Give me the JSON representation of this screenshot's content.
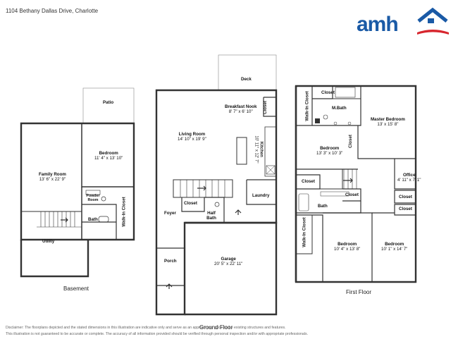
{
  "header": {
    "address": "1104 Bethany Dallas Drive, Charlotte"
  },
  "logo": {
    "text": "amh",
    "colors": {
      "blue": "#1a5aa6",
      "red": "#d7262e"
    }
  },
  "floors": {
    "basement": "Basement",
    "ground": "Ground Floor",
    "first": "First Floor"
  },
  "rooms": {
    "patio": {
      "name": "Patio"
    },
    "bedroom_basement": {
      "name": "Bedroom",
      "dims": "11' 4\" x 13' 10\""
    },
    "family_room": {
      "name": "Family Room",
      "dims": "13' 6\" x 22' 9\""
    },
    "powder_room": {
      "name": "Powder Room"
    },
    "bath_basement": {
      "name": "Bath"
    },
    "walkin_basement": {
      "name": "Walk-In Closet"
    },
    "utility": {
      "name": "Utility"
    },
    "deck": {
      "name": "Deck"
    },
    "breakfast_nook": {
      "name": "Breakfast Nook",
      "dims": "8' 7\" x 6' 10\""
    },
    "closet_ground_top": {
      "name": "Closet"
    },
    "living_room": {
      "name": "Living Room",
      "dims": "14' 10\" x 19' 9\""
    },
    "kitchen": {
      "name": "Kitchen",
      "dims": "10' 11\" x 12' 7\""
    },
    "laundry": {
      "name": "Laundry"
    },
    "closet_ground": {
      "name": "Closet"
    },
    "half_bath": {
      "name": "Half Bath"
    },
    "foyer": {
      "name": "Foyer"
    },
    "porch": {
      "name": "Porch"
    },
    "garage": {
      "name": "Garage",
      "dims": "20' 5\" x 22' 11\""
    },
    "walkin_master": {
      "name": "Walk-In Closet"
    },
    "closet_mbath": {
      "name": "Closet"
    },
    "mbath": {
      "name": "M.Bath"
    },
    "master_bedroom": {
      "name": "Master Bedroom",
      "dims": "13' x 15' 8\""
    },
    "bedroom_first": {
      "name": "Bedroom",
      "dims": "13' 3\" x 10' 3\""
    },
    "closet_master_side": {
      "name": "Closet"
    },
    "office": {
      "name": "Office",
      "dims": "4' 11\" x 7' 1\""
    },
    "closet_first_left": {
      "name": "Closet"
    },
    "closet_first_mid": {
      "name": "Closet"
    },
    "bath_first": {
      "name": "Bath"
    },
    "closet_right1": {
      "name": "Closet"
    },
    "closet_right2": {
      "name": "Closet"
    },
    "walkin_first": {
      "name": "Walk-In Closet"
    },
    "bedroom_a": {
      "name": "Bedroom",
      "dims": "10' 4\" x 13' 8\""
    },
    "bedroom_b": {
      "name": "Bedroom",
      "dims": "10' 1\" x 14' 7\""
    }
  },
  "disclaimer": {
    "line1": "Disclaimer: The floorplans depicted and the stated dimensions in this illustration are indicative only and serve as an approximate guide to the existing structures and features.",
    "line2": "This illustration is not guaranteed to be accurate or complete. The accuracy of all information provided should be verified through personal inspection and/or with appropriate professionals."
  }
}
